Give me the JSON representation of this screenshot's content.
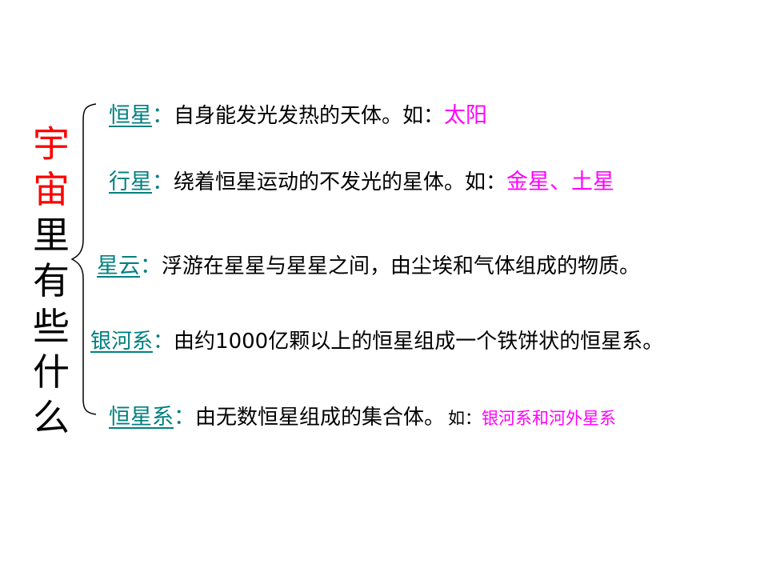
{
  "title_chars": [
    {
      "ch": "宇",
      "color": "#ff0000"
    },
    {
      "ch": "宙",
      "color": "#ff0000"
    },
    {
      "ch": "里",
      "color": "#000000"
    },
    {
      "ch": "有",
      "color": "#000000"
    },
    {
      "ch": "些",
      "color": "#000000"
    },
    {
      "ch": "什",
      "color": "#000000"
    },
    {
      "ch": "么",
      "color": "#000000"
    }
  ],
  "items": [
    {
      "term": "恒星",
      "colon": "：",
      "desc": "自身能发光发热的天体。如：",
      "example": "太阳"
    },
    {
      "term": "行星",
      "colon": "：",
      "desc": "绕着恒星运动的不发光的星体。如：",
      "example": "金星、土星"
    },
    {
      "term": "星云",
      "colon": "：",
      "desc": "浮游在星星与星星之间，由尘埃和气体组成的物质。",
      "example": ""
    },
    {
      "term": "银河系",
      "colon": "：",
      "desc": "由约1000亿颗以上的恒星组成一个铁饼状的恒星系。",
      "example": ""
    },
    {
      "term": "恒星系",
      "colon": "：",
      "desc": "由无数恒星组成的集合体。",
      "desc_small": "如：",
      "example": "银河系和河外星系"
    }
  ],
  "colors": {
    "term": "#008080",
    "example": "#ff00ff",
    "title_red": "#ff0000",
    "text": "#000000"
  }
}
